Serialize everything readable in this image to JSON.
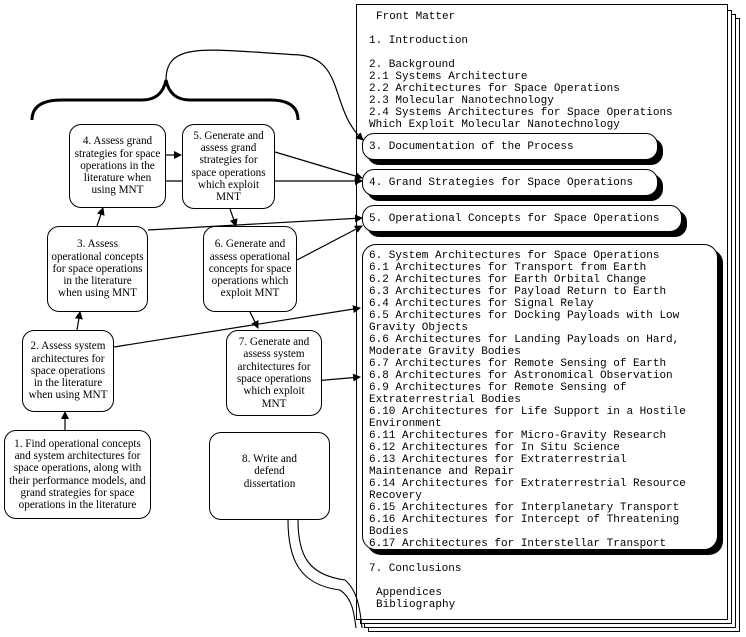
{
  "flow_boxes": {
    "b1": "1. Find operational concepts and system architectures for space operations, along with their performance models, and grand strategies for space operations in the literature",
    "b2": "2. Assess system architectures for space operations in the literature when using MNT",
    "b3": "3. Assess operational concepts for space operations in the literature when using MNT",
    "b4": "4. Assess grand strategies for space operations in the literature when using MNT",
    "b5": "5. Generate and assess grand strategies for space operations which exploit MNT",
    "b6": "6. Generate and assess operational concepts for space operations which exploit MNT",
    "b7": "7. Generate and assess system architectures for space operations which exploit MNT",
    "b8": "8. Write and defend dissertation"
  },
  "document": {
    "front_matter": "Front Matter",
    "intro": "1. Introduction",
    "background": [
      "2. Background",
      "2.1 Systems Architecture",
      "2.2 Architectures for Space Operations",
      "2.3 Molecular Nanotechnology",
      "2.4 Systems Architectures for Space Operations",
      "Which Exploit Molecular Nanotechnology"
    ],
    "ch3": "3. Documentation of the Process",
    "ch4": "4. Grand Strategies for Space Operations",
    "ch5": "5. Operational Concepts for Space Operations",
    "ch6": [
      "6. System Architectures for Space Operations",
      "6.1 Architectures for Transport from Earth",
      "6.2 Architectures for Earth Orbital Change",
      "6.3 Architectures for Payload Return to Earth",
      "6.4 Architectures for Signal Relay",
      "6.5 Architectures for Docking Payloads with Low",
      "Gravity Objects",
      "6.6 Architectures for Landing Payloads on Hard,",
      "Moderate Gravity Bodies",
      "6.7 Architectures for Remote Sensing of Earth",
      "6.8 Architectures for Astronomical Observation",
      "6.9 Architectures for Remote Sensing of",
      "Extraterrestrial Bodies",
      "6.10 Architectures for Life Support in a Hostile",
      "Environment",
      "6.11 Architectures for Micro-Gravity Research",
      "6.12 Architectures for In Situ Science",
      "6.13 Architectures for Extraterrestrial",
      "Maintenance and Repair",
      "6.14 Architectures for Extraterrestrial Resource",
      "Recovery",
      "6.15 Architectures for Interplanetary Transport",
      "6.16 Architectures for Intercept of Threatening",
      "Bodies",
      "6.17 Architectures for Interstellar Transport"
    ],
    "conclusions": "7. Conclusions",
    "appendices": "Appendices",
    "bibliography": "Bibliography"
  }
}
